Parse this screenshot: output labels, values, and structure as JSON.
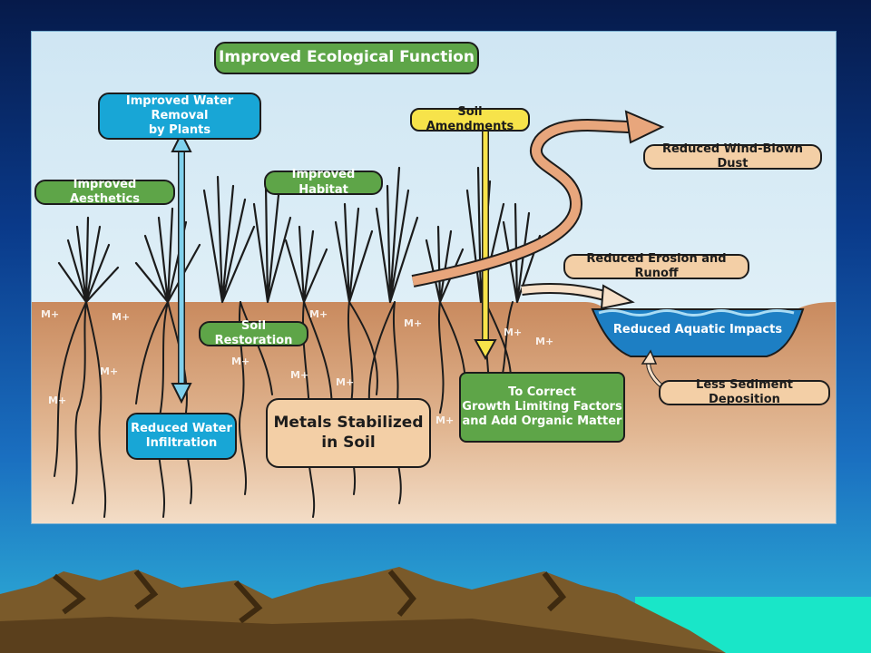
{
  "labels": {
    "improved_ecological_function": "Improved Ecological Function",
    "improved_water_removal": "Improved Water Removal\nby Plants",
    "soil_amendments": "Soil Amendments",
    "reduced_wind_blown_dust": "Reduced Wind-Blown Dust",
    "improved_aesthetics": "Improved Aesthetics",
    "improved_habitat": "Improved Habitat",
    "reduced_erosion_runoff": "Reduced Erosion and Runoff",
    "reduced_aquatic_impacts": "Reduced Aquatic Impacts",
    "soil_restoration": "Soil Restoration",
    "less_sediment_deposition": "Less Sediment Deposition",
    "to_correct": "To Correct\nGrowth Limiting Factors\nand Add Organic Matter",
    "reduced_water_infiltration": "Reduced Water\nInfiltration",
    "metals_stabilized": "Metals Stabilized\nin Soil"
  },
  "metal_marker": "M+",
  "colors": {
    "green_box": "#5ea548",
    "blue_box": "#18a6d6",
    "tan_box": "#f3cfa6",
    "yellow_box": "#f7e34a",
    "soil": "#c98a5e",
    "water": "#1d7fc4"
  }
}
